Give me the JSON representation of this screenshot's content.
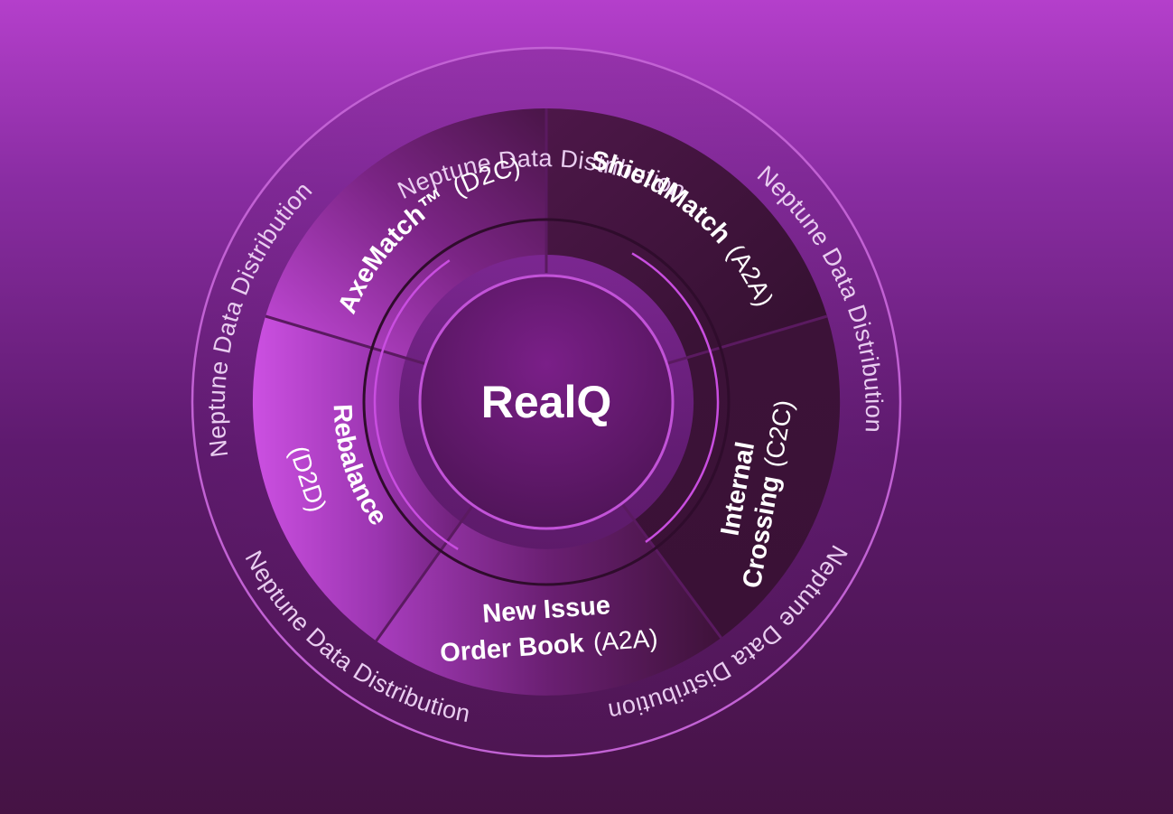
{
  "center": {
    "logo": "RealQ"
  },
  "outer_ring": {
    "labels": [
      "Neptune Data Distribution",
      "Neptune Data Distribution",
      "Neptune Data Distribution",
      "Neptune Data Distribution",
      "Neptune Data Distribution"
    ]
  },
  "segments": [
    {
      "name": "AxeMatch™",
      "type": "(D2C)"
    },
    {
      "name": "ShieldMatch",
      "type": "(A2A)"
    },
    {
      "name": "Internal Crossing",
      "line1": "Internal",
      "line2": "Crossing",
      "type": "(C2C)"
    },
    {
      "name": "New Issue Order Book",
      "line1": "New Issue",
      "line2": "Order Book",
      "type": "(A2A)"
    },
    {
      "name": "Rebalance",
      "type": "(D2D)"
    }
  ],
  "colors": {
    "accent": "#c94ee0",
    "segment_dark": "#3e1238",
    "segment_light": "#c54ad9",
    "ring_stroke": "#c565d6"
  }
}
